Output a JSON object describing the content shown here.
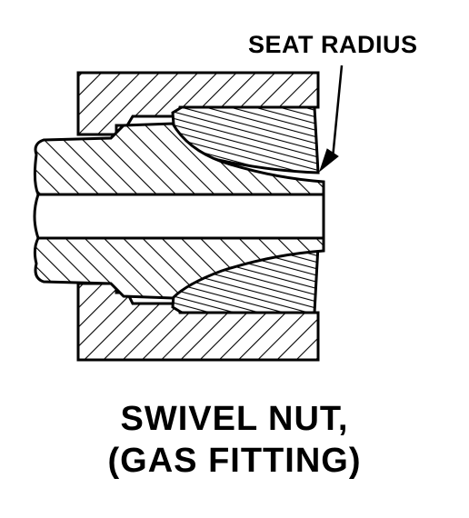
{
  "callout": {
    "label": "SEAT RADIUS"
  },
  "caption": {
    "line1": "SWIVEL NUT,",
    "line2": "(GAS FITTING)"
  },
  "colors": {
    "ink": "#000000",
    "paper": "#ffffff"
  }
}
